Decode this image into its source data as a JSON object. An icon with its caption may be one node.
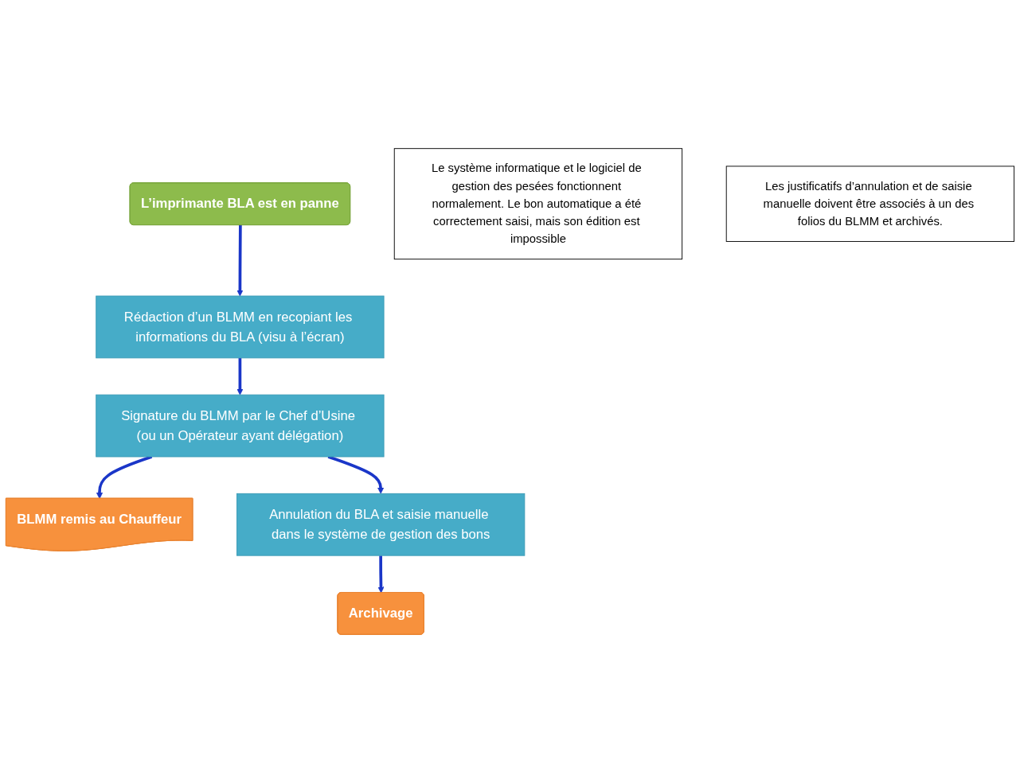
{
  "diagram": {
    "nodes": [
      {
        "text": [
          "L’imprimante BLA est en panne"
        ]
      },
      {
        "text": [
          "Le système informatique et le logiciel de gestion des pesées fonctionnent normalement. Le bon automatique a été correctement saisi, mais son édition est impossible"
        ]
      },
      {
        "text": [
          "Rédaction d’un BLMM en recopiant les informations du BLA (visu à l’écran)"
        ]
      },
      {
        "text": [
          "Signature du BLMM par le Chef d’Usine (ou un Opérateur ayant délégation)"
        ]
      },
      {
        "text": [
          "BLMM remis au Chauffeur"
        ]
      },
      {
        "text": [
          "Annulation du BLA et saisie manuelle dans le système de gestion des bons"
        ]
      },
      {
        "text": [
          "Les justificatifs d’annulation et de saisie manuelle doivent être associés à un des folios du BLMM et archivés."
        ]
      },
      {
        "text": [
          "Archivage"
        ]
      }
    ],
    "edges": [
      {
        "from": 0,
        "to": 2,
        "arrow": "to"
      },
      {
        "from": 2,
        "to": 3,
        "arrow": "to"
      },
      {
        "from": 3,
        "to": 4,
        "arrow": "to"
      },
      {
        "from": 3,
        "to": 5,
        "arrow": "to"
      },
      {
        "from": 5,
        "to": 7,
        "arrow": "to"
      }
    ]
  }
}
